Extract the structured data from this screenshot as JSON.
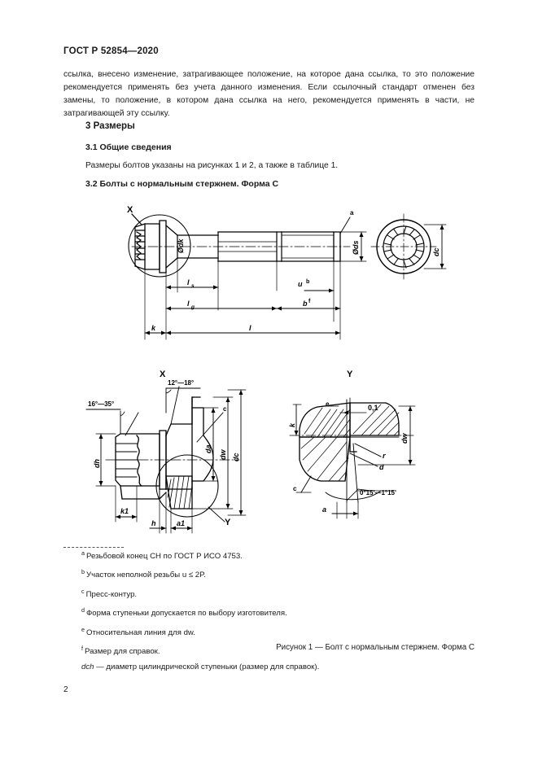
{
  "header": {
    "standard_number": "ГОСТ Р 52854—2020"
  },
  "intro": {
    "paragraph": "ссылка, внесено изменение, затрагивающее положение, на которое дана ссылка, то это положение рекомендуется применять без учета данного изменения. Если ссылочный стандарт отменен без замены, то положение, в котором дана ссылка на него, рекомендуется применять в части, не затрагивающей эту ссылку."
  },
  "sections": {
    "h1": "3 Размеры",
    "h2_general": "3.1 Общие сведения",
    "general_text": "Размеры болтов указаны на рисунках 1 и 2, а также в таблице 1.",
    "h2_bolts": "3.2 Болты с нормальным стержнем. Форма C"
  },
  "figure": {
    "view_x_label": "X",
    "view_y_label": "Y",
    "caption": "Рисунок 1 — Болт с нормальным стержнем. Форма C",
    "main_view": {
      "detail_marker": "X",
      "note_a": "a",
      "note_b": "b",
      "dim_dk": "Ødk",
      "dim_ds": "Øds",
      "dim_ls": "ls",
      "dim_lg": "lg",
      "dim_bf": "bf",
      "dim_k": "k",
      "dim_l": "l",
      "dim_u": "u"
    },
    "end_view": {
      "dim_dc": "dc"
    },
    "detail_x": {
      "title": "X",
      "angle_top": "12°—18°",
      "angle_left": "16°—35°",
      "note_c": "c",
      "dim_dh": "dh",
      "dim_da": "da",
      "dim_dw": "dw",
      "dim_dc": "dc",
      "dim_k1": "k1",
      "dim_h": "h",
      "dim_a1": "a1",
      "detail_marker": "Y"
    },
    "detail_y": {
      "title": "Y",
      "dim_01": "0,1",
      "dim_k": "k",
      "dim_dw": "dw",
      "dim_r": "r",
      "dim_d": "d",
      "note_e": "e",
      "angle": "0°15'—1°15'",
      "dim_a": "a"
    }
  },
  "footnotes": [
    {
      "marker": "a",
      "text": "Резьбовой конец CH по ГОСТ Р ИСО 4753."
    },
    {
      "marker": "b",
      "text": "Участок неполной резьбы u ≤ 2P."
    },
    {
      "marker": "c",
      "text": "Пресс-контур."
    },
    {
      "marker": "d",
      "text": "Форма ступеньки допускается по выбору изготовителя."
    },
    {
      "marker": "e",
      "text": "Относительная линия для dw."
    },
    {
      "marker": "f",
      "text": "Размер для справок."
    }
  ],
  "footnote_definition": {
    "symbol": "dch",
    "text": "— диаметр цилиндрической ступеньки (размер для справок)."
  },
  "footer": {
    "page_number": "2"
  }
}
